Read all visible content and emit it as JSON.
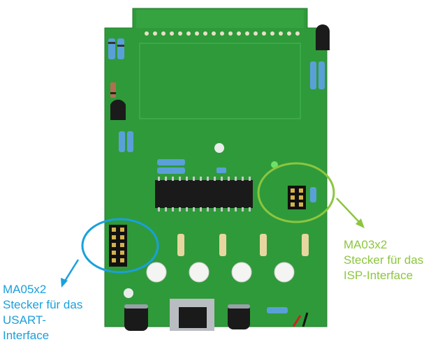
{
  "colors": {
    "pcb": "#2f9a3a",
    "pcb_dark": "#237a2c",
    "blue_callout": "#1aa0dc",
    "green_callout": "#8cc63f"
  },
  "callouts": {
    "usart": {
      "lines": [
        "MA05x2",
        "Stecker für das",
        "USART-",
        "Interface"
      ]
    },
    "isp": {
      "lines": [
        "MA03x2",
        "Stecker für das",
        "ISP-Interface"
      ]
    }
  }
}
